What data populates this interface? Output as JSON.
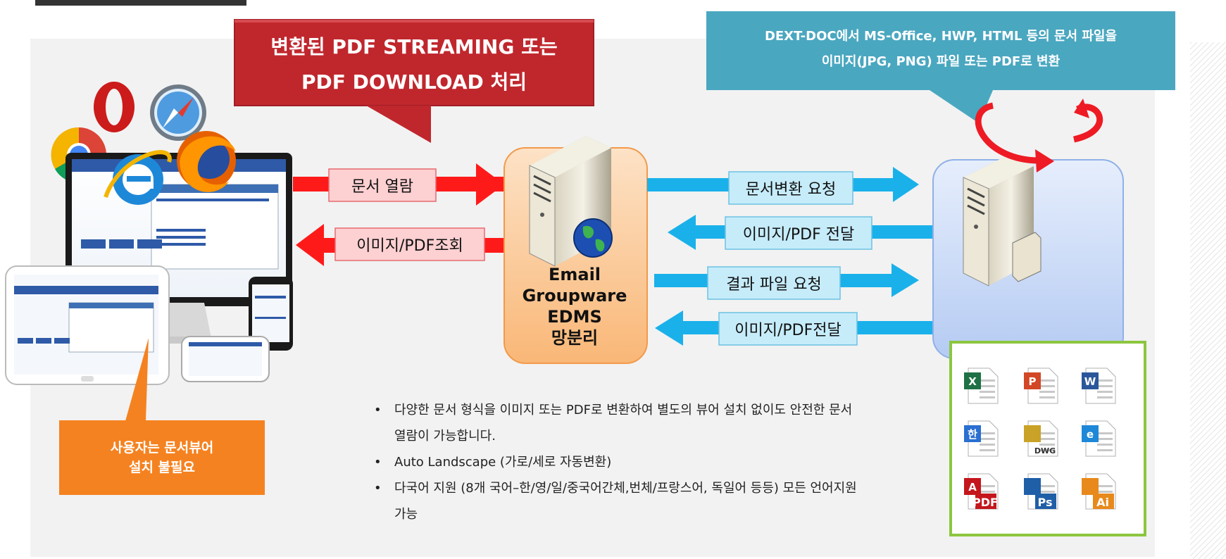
{
  "callouts": {
    "pdf_streaming": {
      "line1": "변환된 PDF STREAMING 또는",
      "line2": "PDF DOWNLOAD 처리"
    },
    "dext_doc": {
      "line1": "DEXT-DOC에서 MS-Office, HWP, HTML 등의 문서 파일을",
      "line2": "이미지(JPG, PNG) 파일 또는 PDF로 변환"
    },
    "user": {
      "line1": "사용자는 문서뷰어",
      "line2": "설치 불필요"
    }
  },
  "arrows": {
    "doc_open": "문서 열람",
    "image_pdf_view": "이미지/PDF조회",
    "doc_convert_request": "문서변환 요청",
    "image_pdf_deliver_1": "이미지/PDF 전달",
    "result_file_request": "결과 파일 요청",
    "image_pdf_deliver_2": "이미지/PDF전달"
  },
  "center_server": {
    "lines": [
      "Email",
      "Groupware",
      "EDMS",
      "망분리"
    ]
  },
  "bullets": [
    "다양한 문서 형식을  이미지 또는  PDF로 변환하여 별도의 뷰어 설치 없이도 안전한 문서열람이 가능합니다.",
    "Auto Landscape (가로/세로 자동변환)",
    "다국어 지원 (8개 국어–한/영/일/중국어간체,번체/프랑스어, 독일어 등등) 모든 언어지원가능"
  ],
  "file_icons": [
    {
      "name": "excel-icon",
      "label": ""
    },
    {
      "name": "powerpoint-icon",
      "label": ""
    },
    {
      "name": "word-icon",
      "label": ""
    },
    {
      "name": "hwp-icon",
      "label": ""
    },
    {
      "name": "dwg-icon",
      "label": "DWG"
    },
    {
      "name": "ie-html-icon",
      "label": ""
    },
    {
      "name": "pdf-icon",
      "label": "PDF"
    },
    {
      "name": "photoshop-icon",
      "label": "Ps"
    },
    {
      "name": "illustrator-icon",
      "label": "Ai"
    }
  ],
  "colors": {
    "red_callout": "#c0272d",
    "teal_callout": "#4aa7c0",
    "orange_callout": "#f58220",
    "red_arrow": "#ff1a1a",
    "blue_arrow": "#1ab1ea",
    "green_border": "#8cc63f",
    "server_orange": "#fbc690",
    "server_blue": "#c6d7f6"
  }
}
